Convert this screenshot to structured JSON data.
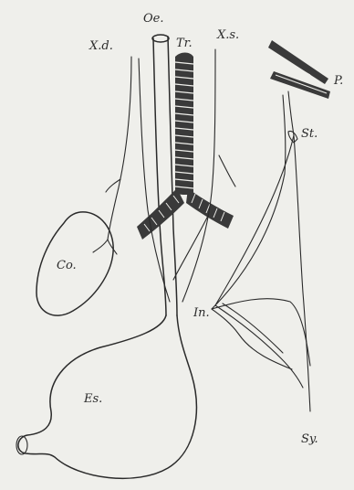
{
  "labels": {
    "oe": "Oe.",
    "tr": "Tr.",
    "xd": "X.d.",
    "xs": "X.s.",
    "p": "P.",
    "st": "St.",
    "co": "Co.",
    "in": "In.",
    "es": "Es.",
    "sy": "Sy."
  },
  "colors": {
    "background": "#efefeb",
    "ink": "#2a2a2a"
  }
}
